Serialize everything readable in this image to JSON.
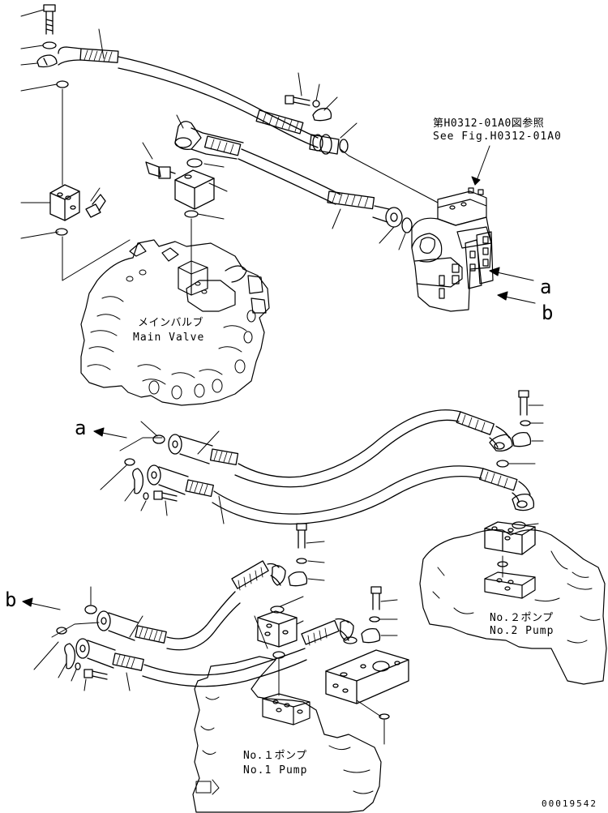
{
  "reference": {
    "ref_jp": "第H0312-01A0図参照",
    "ref_en": "See Fig.H0312-01A0"
  },
  "components": {
    "main_valve_jp": "メインバルブ",
    "main_valve_en": "Main Valve",
    "pump2_jp": "No.２ポンプ",
    "pump2_en": "No.2 Pump",
    "pump1_jp": "No.１ポンプ",
    "pump1_en": "No.1 Pump"
  },
  "connection_markers": {
    "a": "a",
    "b": "b"
  },
  "drawing_number": "00019542"
}
